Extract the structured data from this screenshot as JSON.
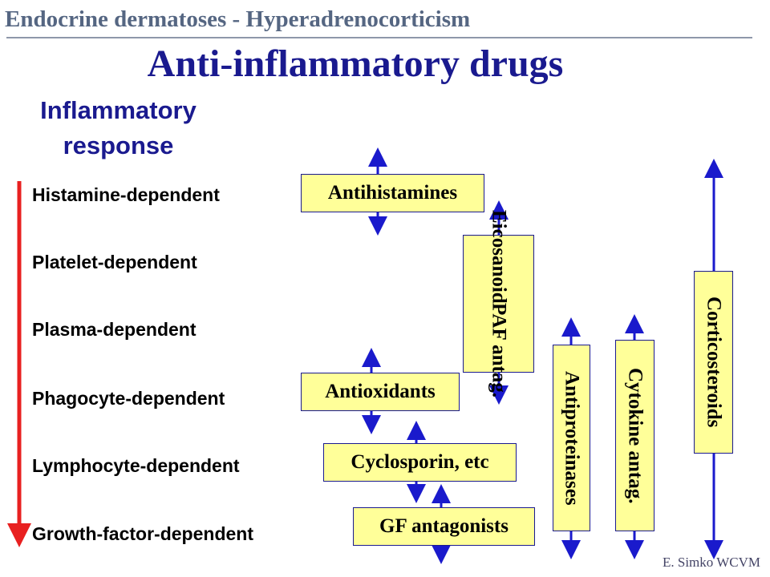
{
  "header": "Endocrine dermatoses - Hyperadrenocorticism",
  "title": "Anti-inflammatory drugs",
  "subtitle_line1": "Inflammatory",
  "subtitle_line2": "response",
  "stages": [
    "Histamine-dependent",
    "Platelet-dependent",
    "Plasma-dependent",
    "Phagocyte-dependent",
    "Lymphocyte-dependent",
    "Growth-factor-dependent"
  ],
  "drugs": {
    "antihistamines": "Antihistamines",
    "eicosanoid_line1": "Eicosanoid",
    "eicosanoid_line2": "PAF antag.",
    "antioxidants": "Antioxidants",
    "cyclosporin": "Cyclosporin, etc",
    "gf_antagonists": "GF antagonists",
    "antiproteinases": "Antiproteinases",
    "cytokine": "Cytokine antag.",
    "corticosteroids": "Corticosteroids"
  },
  "credit": "E. Simko WCVM",
  "colors": {
    "header": "#556682",
    "title": "#1a1a8f",
    "box_fill": "#ffff99",
    "box_border": "#1a1a8f",
    "drug_arrow": "#1a1acc",
    "progression_arrow": "#e82020"
  }
}
